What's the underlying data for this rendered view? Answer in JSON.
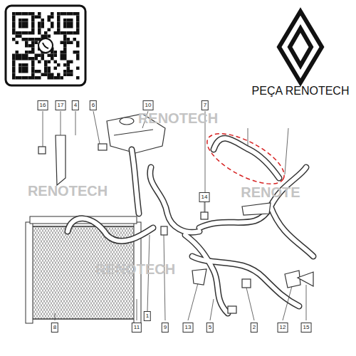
{
  "diagram": {
    "labels": [
      "PEÇA RENOTECH",
      "16",
      "17",
      "4",
      "6",
      "10",
      "7",
      "14",
      "1",
      "8",
      "11",
      "9",
      "13",
      "5",
      "2",
      "12",
      "15",
      "RENOTECH",
      "RENOTECH",
      "RENOTE",
      "RENOTECH"
    ]
  }
}
